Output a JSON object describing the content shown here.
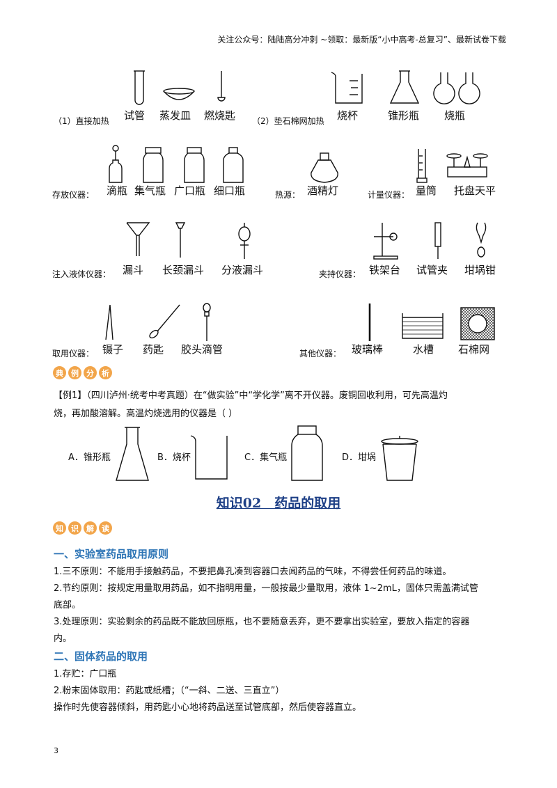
{
  "header": {
    "text": "关注公众号：陆陆高分冲刺 ~领取：最新版“小中高考-总复习”、最新试卷下载"
  },
  "rows": {
    "row1": {
      "left_label": "（1）直接加热",
      "right_label": "（2）垫石棉网加热",
      "items": [
        "试管",
        "蒸发皿",
        "燃烧匙",
        "烧杯",
        "锥形瓶",
        "烧瓶"
      ]
    },
    "row2": {
      "store_label": "存放仪器：",
      "heat_label": "热源：",
      "measure_label": "计量仪器：",
      "items": [
        "滴瓶",
        "集气瓶",
        "广口瓶",
        "细口瓶",
        "酒精灯",
        "量筒",
        "托盘天平"
      ]
    },
    "row3": {
      "inject_label": "注入液体仪器：",
      "clamp_label": "夹持仪器：",
      "items": [
        "漏斗",
        "长颈漏斗",
        "分液漏斗",
        "铁架台",
        "试管夹",
        "坩埚钳"
      ]
    },
    "row4": {
      "take_label": "取用仪器：",
      "other_label": "其他仪器：",
      "items": [
        "镊子",
        "药匙",
        "胶头滴管",
        "玻璃棒",
        "水槽",
        "石棉网"
      ]
    }
  },
  "badge1": [
    "典",
    "例",
    "分",
    "析"
  ],
  "example": {
    "line1": "【例1】（四川泸州·统考中考真题）在“做实验”中“学化学”离不开仪器。废铜回收利用，可先高温灼",
    "line2": "烧，再加酸溶解。高温灼烧选用的仪器是（     ）",
    "options": [
      "A．锥形瓶",
      "B．烧杯",
      "C．集气瓶",
      "D．坩埚"
    ]
  },
  "knowledge_title": "知识02　药品的取用",
  "badge2": [
    "知",
    "识",
    "解",
    "读"
  ],
  "section1": {
    "title": "一、实验室药品取用原则",
    "l1": "1.三不原则：不能用手接触药品，不要把鼻孔凑到容器口去闻药品的气味，不得尝任何药品的味道。",
    "l2": "2.节约原则：按规定用量取用药品，如不指明用量，一般按最少量取用，液体 1~2mL，固体只需盖满试管",
    "l2b": "底部。",
    "l3": "3.处理原则：实验剩余的药品既不能放回原瓶，也不要随意丢弃，更不要拿出实验室，要放入指定的容器",
    "l3b": "内。"
  },
  "section2": {
    "title": "二、固体药品的取用",
    "l1": "1.存贮：广口瓶",
    "l2": "2.粉末固体取用：药匙或纸槽；（“一斜、二送、三直立”）",
    "l3": "操作时先使容器倾斜，用药匙小心地将药品送至试管底部，然后使容器直立。"
  },
  "page_number": "3"
}
